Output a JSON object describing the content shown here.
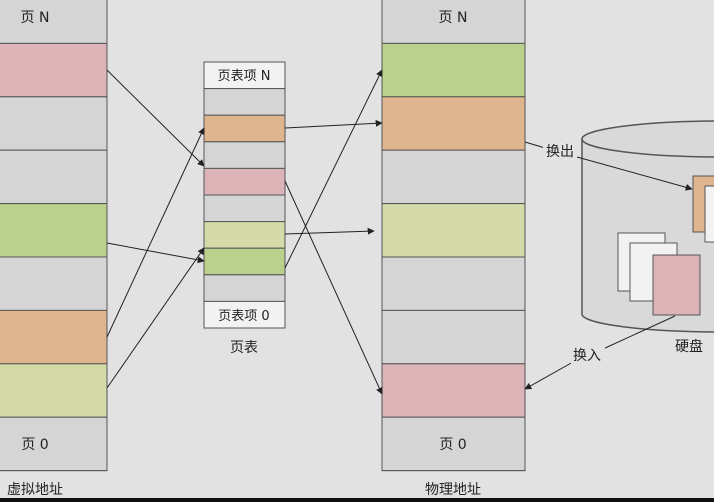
{
  "colors": {
    "gray": "#d5d5d5",
    "pink": "#dcb4b8",
    "green": "#b9d18c",
    "orange": "#dfb58e",
    "yellow": "#d5dba8",
    "disk": "#d9d9d9",
    "white": "#f2f2f2"
  },
  "virtual": {
    "title": "虚拟地址",
    "top_label": "页 N",
    "bottom_label": "页 0",
    "cells": [
      "gray",
      "pink",
      "gray",
      "gray",
      "green",
      "gray",
      "orange",
      "yellow",
      "gray"
    ]
  },
  "page_table": {
    "title": "页表",
    "top_label": "页表项 N",
    "bottom_label": "页表项 0",
    "cells": [
      "white",
      "gray",
      "orange",
      "gray",
      "pink",
      "gray",
      "yellow",
      "green",
      "gray",
      "white"
    ]
  },
  "physical": {
    "title": "物理地址",
    "top_label": "页 N",
    "bottom_label": "页 0",
    "cells": [
      "gray",
      "green",
      "orange",
      "gray",
      "yellow",
      "gray",
      "gray",
      "pink",
      "gray"
    ]
  },
  "disk": {
    "title": "硬盘",
    "swap_out": "换出",
    "swap_in": "换入"
  }
}
